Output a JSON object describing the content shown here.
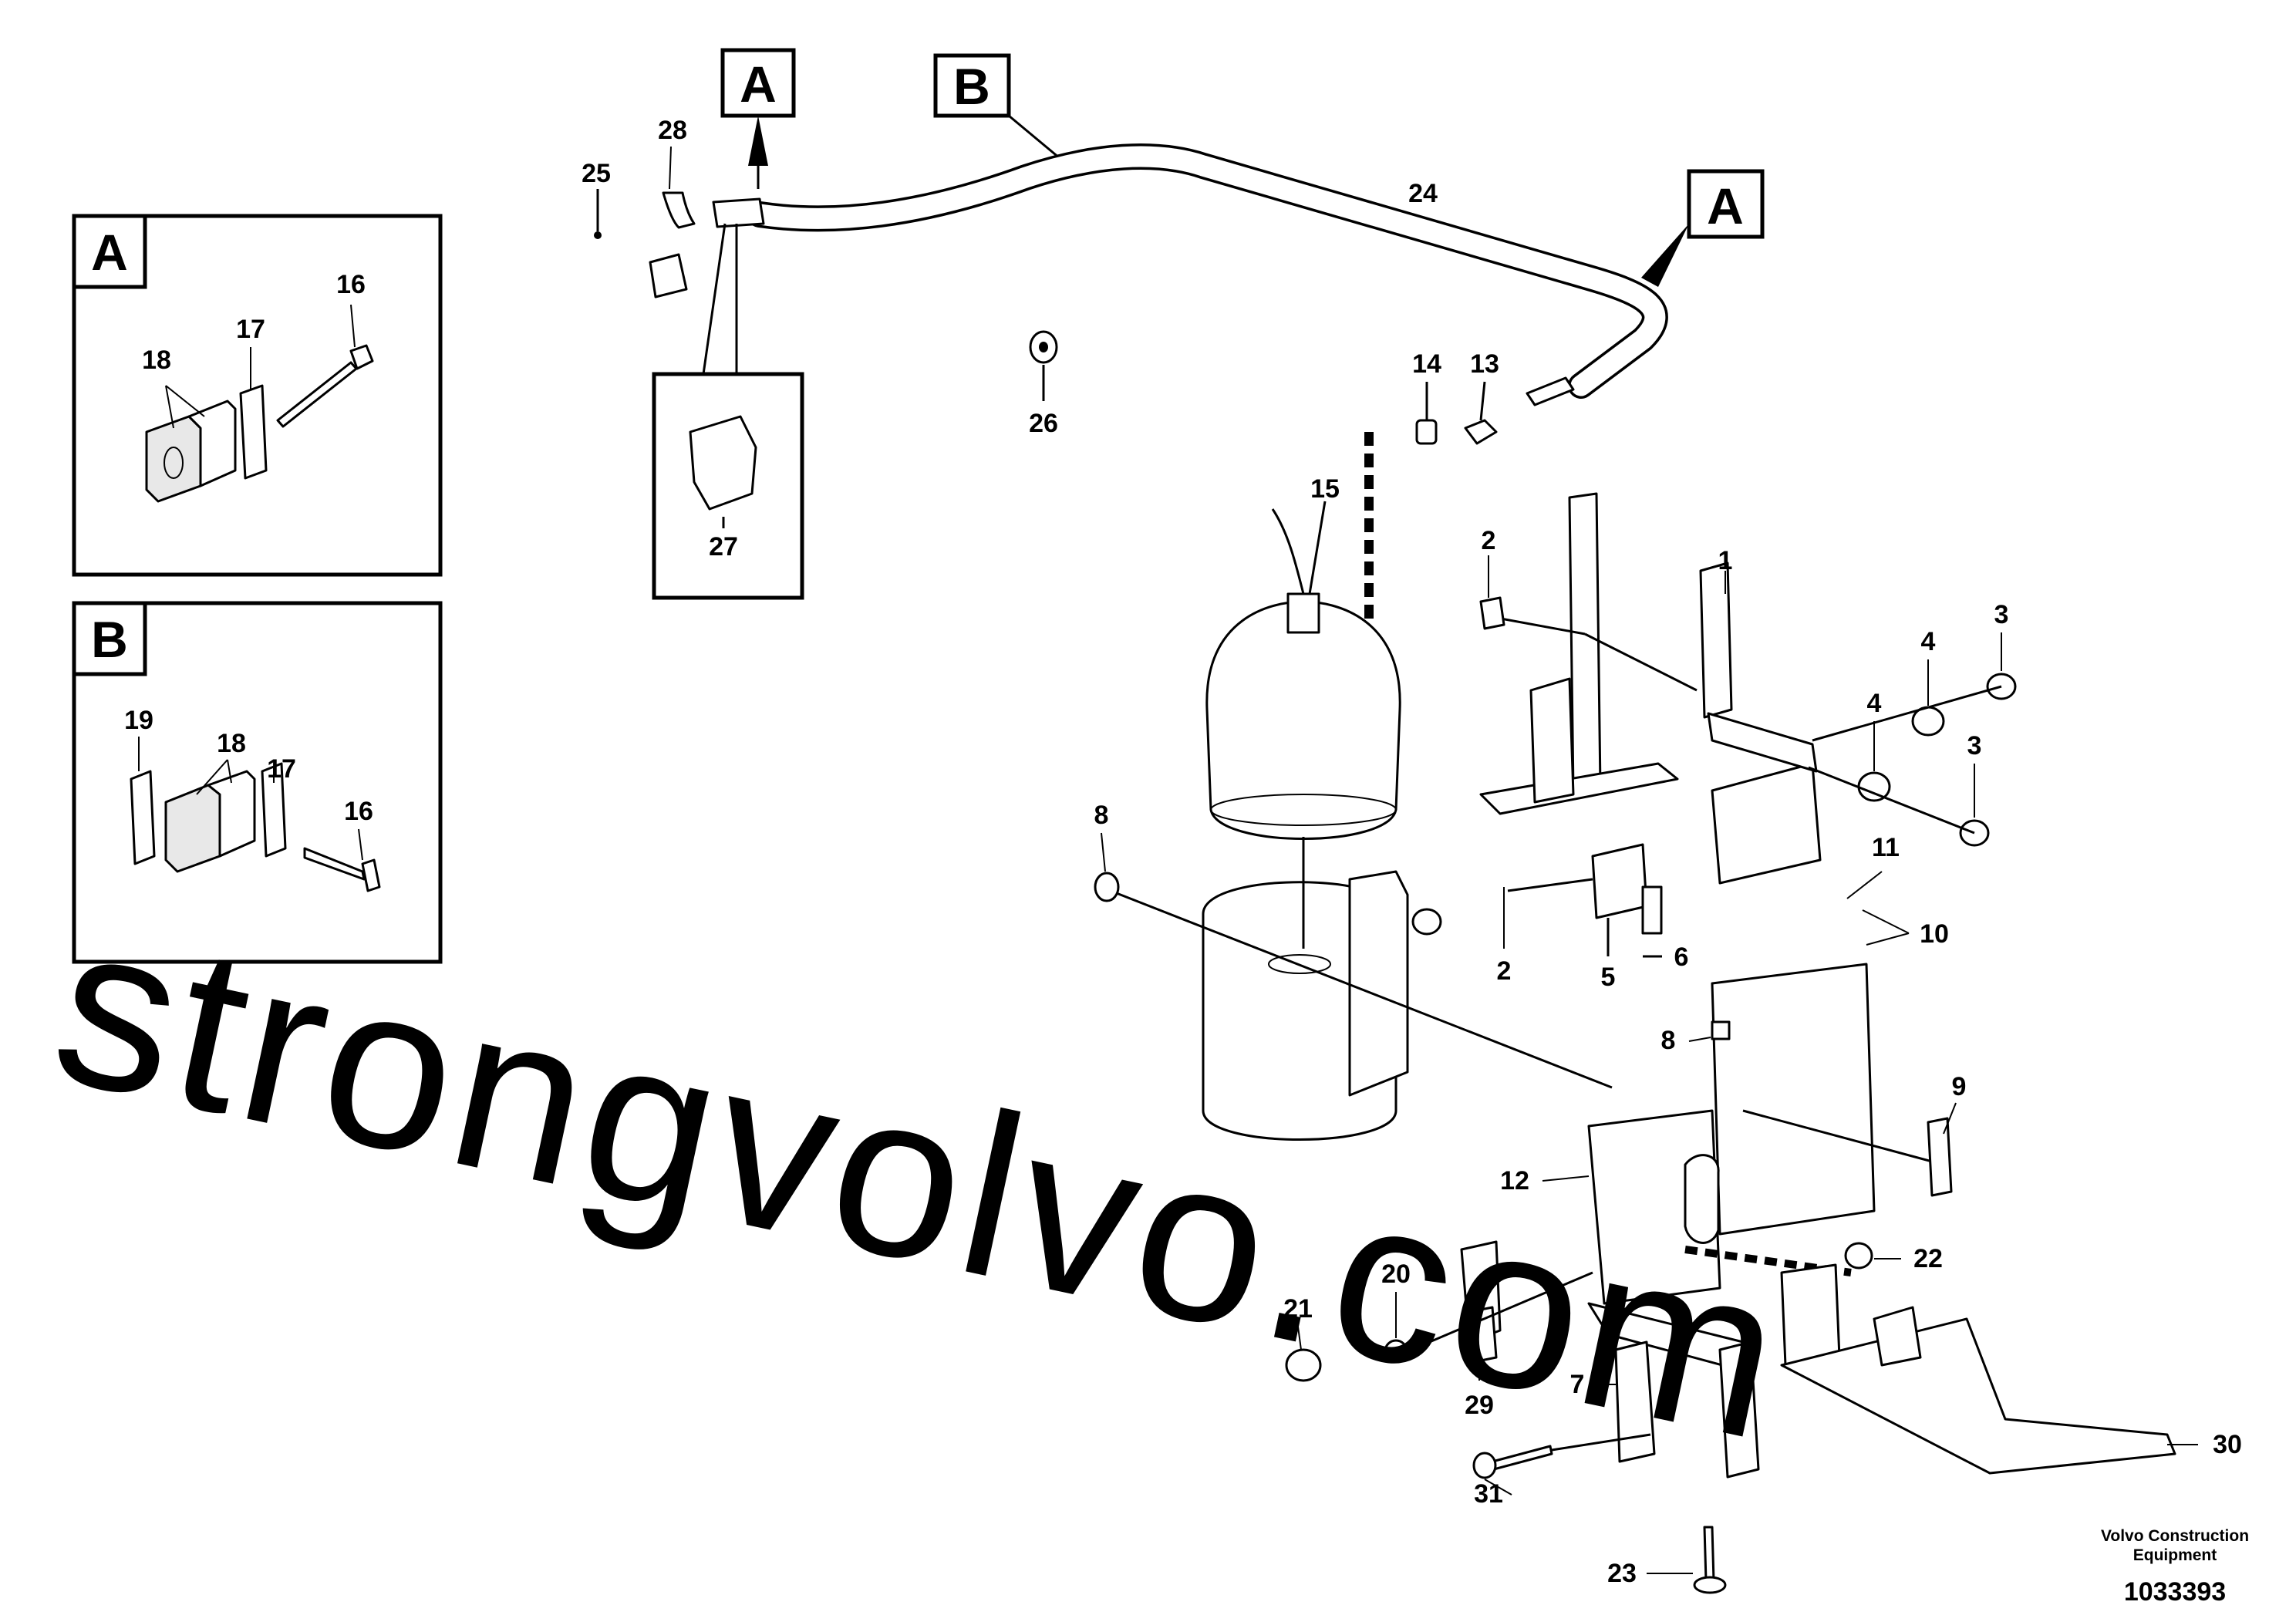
{
  "diagram": {
    "insets": [
      {
        "key": "inset-a",
        "letter": "A",
        "labels": [
          "16",
          "17",
          "18"
        ]
      },
      {
        "key": "inset-b",
        "letter": "B",
        "labels": [
          "16",
          "17",
          "18",
          "19"
        ]
      }
    ],
    "callout_boxes": [
      "A",
      "B",
      "A"
    ],
    "part_numbers": [
      "1",
      "2",
      "2",
      "3",
      "3",
      "4",
      "4",
      "5",
      "6",
      "7",
      "8",
      "8",
      "9",
      "10",
      "11",
      "12",
      "13",
      "14",
      "15",
      "20",
      "21",
      "22",
      "23",
      "24",
      "25",
      "26",
      "27",
      "28",
      "29",
      "30",
      "31"
    ],
    "credit_line1": "Volvo Construction",
    "credit_line2": "Equipment",
    "document_number": "1033393",
    "watermark": "strongvolvo.com",
    "colors": {
      "line": "#000000",
      "background": "#ffffff",
      "watermark": "#e27d7d"
    }
  }
}
